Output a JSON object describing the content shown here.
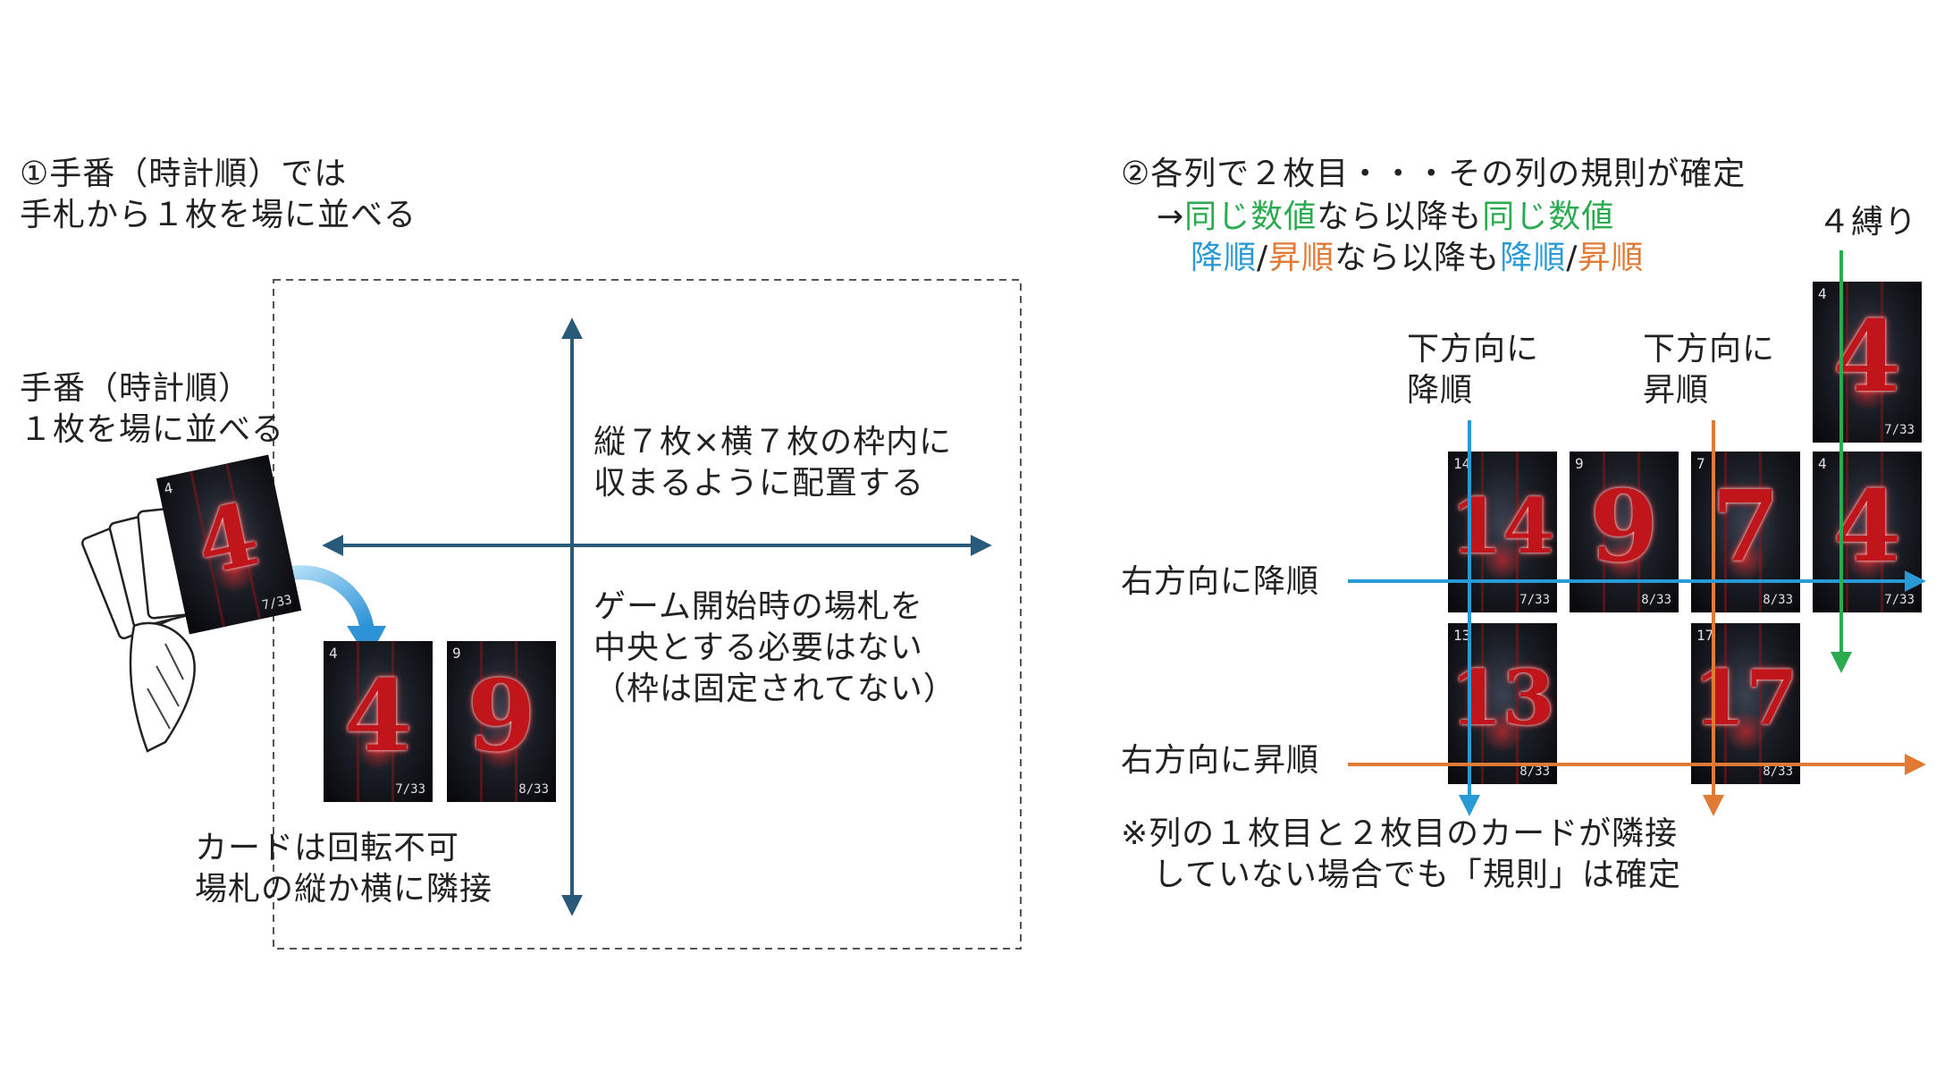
{
  "left": {
    "title_lines": [
      "①手番（時計順）では",
      "手札から１枚を場に並べる"
    ],
    "hand_label_lines": [
      "手番（時計順）",
      "１枚を場に並べる"
    ],
    "frame_label_lines": [
      "縦７枚×横７枚の枠内に",
      "収まるように配置する"
    ],
    "start_label_lines": [
      "ゲーム開始時の場札を",
      "中央とする必要はない",
      "（枠は固定されてない）"
    ],
    "rule_label_lines": [
      "カードは回転不可",
      "場札の縦か横に隣接"
    ],
    "cards": [
      {
        "num": "4",
        "corner": "4",
        "frac": "7/33"
      },
      {
        "num": "9",
        "corner": "9",
        "frac": "8/33"
      },
      {
        "num": "4",
        "corner": "4",
        "frac": "7/33"
      }
    ]
  },
  "right": {
    "title": "②各列で２枚目・・・その列の規則が確定",
    "line2": {
      "arrow": "→",
      "same1": "同じ数値",
      "mid": "なら以降も",
      "same2": "同じ数値"
    },
    "line3": {
      "desc1": "降順",
      "slash1": "/",
      "asc1": "昇順",
      "mid": "なら以降も",
      "desc2": "降順",
      "slash2": "/",
      "asc2": "昇順"
    },
    "bind4_label": "４縛り",
    "down_desc_lines": [
      "下方向に",
      "降順"
    ],
    "down_asc_lines": [
      "下方向に",
      "昇順"
    ],
    "right_desc_label": "右方向に降順",
    "right_asc_label": "右方向に昇順",
    "note_lines": [
      "※列の１枚目と２枚目のカードが隣接",
      "していない場合でも「規則」は確定"
    ],
    "cards": [
      {
        "num": "4",
        "corner": "4",
        "frac": "7/33"
      },
      {
        "num": "14",
        "corner": "14",
        "frac": "7/33"
      },
      {
        "num": "9",
        "corner": "9",
        "frac": "8/33"
      },
      {
        "num": "7",
        "corner": "7",
        "frac": "8/33"
      },
      {
        "num": "4",
        "corner": "4",
        "frac": "7/33"
      },
      {
        "num": "13",
        "corner": "13",
        "frac": "8/33"
      },
      {
        "num": "17",
        "corner": "17",
        "frac": "8/33"
      }
    ]
  },
  "colors": {
    "blue": "#2a9ad6",
    "orange": "#e07a34",
    "green": "#2bab4f",
    "dark_blue": "#2a5a7a"
  }
}
